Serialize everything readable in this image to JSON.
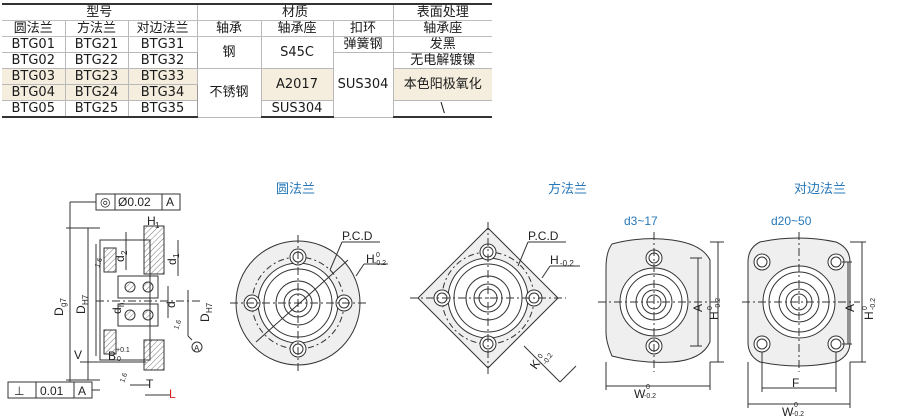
{
  "table": {
    "group_headers": {
      "model": "型号",
      "material": "材质",
      "surface": "表面处理"
    },
    "sub_headers": {
      "round": "圆法兰",
      "square": "方法兰",
      "opposite": "对边法兰",
      "bearing": "轴承",
      "housing": "轴承座",
      "snap_ring": "扣环",
      "surface_housing": "轴承座"
    },
    "rows": [
      {
        "round": "BTG01",
        "square": "BTG21",
        "opposite": "BTG31"
      },
      {
        "round": "BTG02",
        "square": "BTG22",
        "opposite": "BTG32"
      },
      {
        "round": "BTG03",
        "square": "BTG23",
        "opposite": "BTG33"
      },
      {
        "round": "BTG04",
        "square": "BTG24",
        "opposite": "BTG34"
      },
      {
        "round": "BTG05",
        "square": "BTG25",
        "opposite": "BTG35"
      }
    ],
    "bearing": {
      "steel": "钢",
      "stainless": "不锈钢"
    },
    "housing": {
      "s45c": "S45C",
      "a2017": "A2017",
      "sus304": "SUS304"
    },
    "snap_ring": {
      "spring_steel": "弹簧钢",
      "sus304": "SUS304"
    },
    "surface": {
      "black": "发黑",
      "nickel": "无电解镀镍",
      "anodize": "本色阳极氧化",
      "none": "\\"
    },
    "highlight_color": "#f5eede"
  },
  "captions": {
    "round_flange": "圆法兰",
    "square_flange": "方法兰",
    "opposite_flange": "对边法兰",
    "range_small": "d3~17",
    "range_large": "d20~50"
  },
  "side_view": {
    "concentricity": {
      "symbol": "◎",
      "value": "Ø0.02",
      "datum": "A"
    },
    "perpendicularity": {
      "symbol": "⊥",
      "value": "0.01",
      "datum": "A"
    },
    "labels": {
      "h1": "H",
      "h1_sub": "1",
      "d1": "d",
      "d1_sub": "1",
      "d2": "d",
      "d2_sub": "2",
      "dg": "D",
      "dg_sub": "g7",
      "dh_outer": "D",
      "dh_outer_sub": "H7",
      "dh_inner": "d",
      "dh_inner_sub": "h",
      "d": "d",
      "dh_right": "D",
      "dh_right_sub": "H7",
      "v": "V",
      "b": "B",
      "b_tol_top": "+0.1",
      "b_tol_bot": "0",
      "t": "T",
      "l": "L",
      "rough1": "1.6",
      "rough2": "1.6",
      "rough3": "1.6",
      "datum_a": "A"
    },
    "accent_color": "#d92020"
  },
  "round_view": {
    "pcd": "P.C.D",
    "h_label": "H",
    "h_tol_top": "0",
    "h_tol_bot": "-0.2"
  },
  "square_view": {
    "pcd": "P.C.D",
    "h_label": "H",
    "h_tol": "-0.2",
    "k_label": "K",
    "k_tol_top": "0",
    "k_tol_bot": "-0.2"
  },
  "opposite_small": {
    "a_label": "A",
    "h_label": "H",
    "h_tol_top": "0",
    "h_tol_bot": "-0.2",
    "w_label": "W",
    "w_tol_top": "0",
    "w_tol_bot": "-0.2"
  },
  "opposite_large": {
    "a_label": "A",
    "h_label": "H",
    "h_tol_top": "0",
    "h_tol_bot": "-0.2",
    "f_label": "F",
    "w_label": "W",
    "w_tol_top": "0",
    "w_tol_bot": "-0.2"
  }
}
